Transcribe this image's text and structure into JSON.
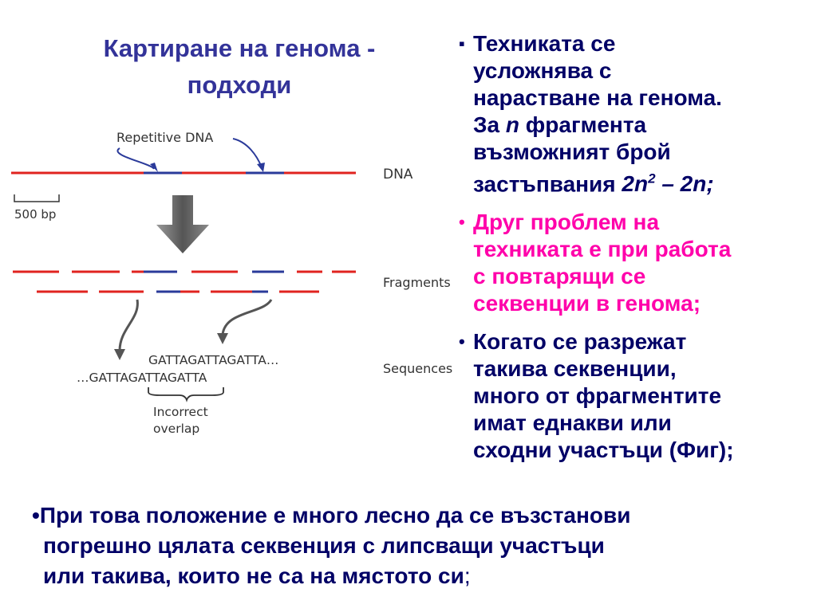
{
  "title": {
    "line1": "Картиране на генома -",
    "line2": "подходи"
  },
  "figure": {
    "repetitive_label": "Repetitive DNA",
    "scale_label": "500 bp",
    "row_labels": [
      "DNA",
      "Fragments",
      "Sequences"
    ],
    "sequence_top": "GATTAGATTAGATTA…",
    "sequence_bottom": "…GATTAGATTAGATTA",
    "overlap_label_1": "Incorrect",
    "overlap_label_2": "overlap",
    "colors": {
      "unique": "#e0231f",
      "repeat": "#2a3a9a",
      "arrow": "#555555"
    }
  },
  "bullets": [
    {
      "marker": "▪",
      "color": "#000066",
      "line1": "Техниката се",
      "line2": "усложнява с",
      "line3": "нарастване на генома.",
      "line4_prefix": "За ",
      "line4_n": "n",
      "line4_suffix": " фрагмента",
      "line5": "възможният брой",
      "line6_prefix": "застъпвания ",
      "formula_a": "2n",
      "formula_sup": "2",
      "formula_b": " – 2n;"
    },
    {
      "marker": "•",
      "color": "#ff00aa",
      "line1": "Друг проблем на",
      "line2": "техниката е при работа",
      "line3": "с повтарящи се",
      "line4": "секвенции в генома;"
    },
    {
      "marker": "•",
      "color": "#000066",
      "line1": "Когато се разрежат",
      "line2": "такива секвенции,",
      "line3": "много  от фрагментите",
      "line4": "имат еднакви или",
      "line5": "сходни участъци (Фиг);"
    }
  ],
  "bottom": {
    "marker": "•",
    "line1": "При това положение е много лесно да се възстанови",
    "line2": "погрешно цялата секвенция с липсващи участъци",
    "line3": "или такива, които не са на мястото си",
    "line3_end": ";"
  }
}
